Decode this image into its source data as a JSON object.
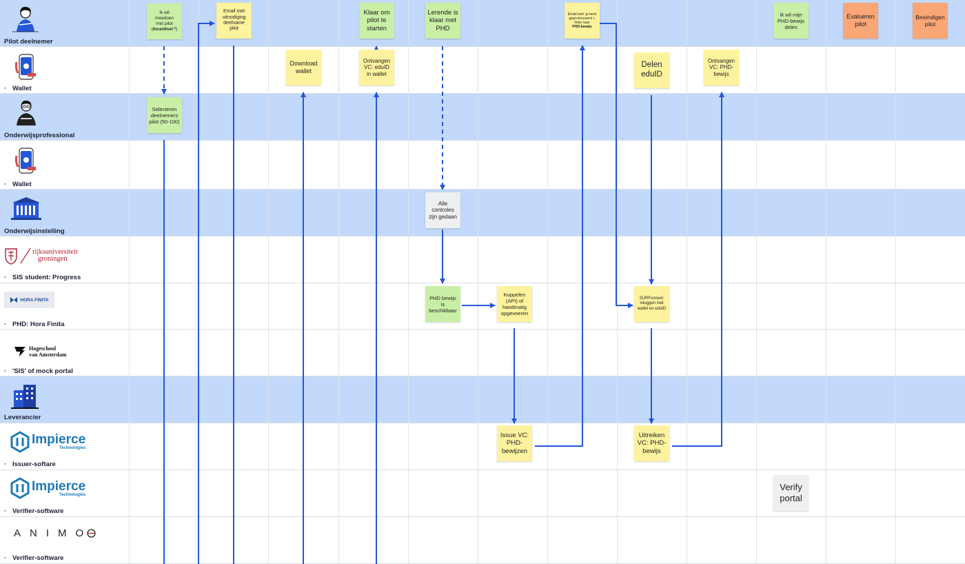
{
  "lanes": [
    {
      "title": "Pilot deelnemer",
      "bullet": ""
    },
    {
      "title": "Wallet",
      "bullet": "·"
    },
    {
      "title": "Onderwijsprofessional",
      "bullet": ""
    },
    {
      "title": "Wallet",
      "bullet": "·"
    },
    {
      "title": "Onderwijsinstelling",
      "bullet": ""
    },
    {
      "title": "SIS student: Progress",
      "bullet": "·"
    },
    {
      "title": "PHD: Hora Finita",
      "bullet": "·"
    },
    {
      "title": "'SIS' of mock portal",
      "bullet": "·"
    },
    {
      "title": "Leverancier",
      "bullet": ""
    },
    {
      "title": "Issuer-softare",
      "bullet": "·"
    },
    {
      "title": "Verifier-software",
      "bullet": "·"
    },
    {
      "title": "Verifier-software",
      "bullet": "·"
    }
  ],
  "logos": {
    "rug_line1": "rijksuniversiteit",
    "rug_line2": "groningen",
    "hora_finita": "HORA FINITA",
    "hva_line1": "Hogeschool",
    "hva_line2": "van Amsterdam",
    "impierce_1": "Impierce",
    "impierce_1_sub": "Technologies",
    "impierce_2": "Impierce",
    "impierce_2_sub": "Technologies",
    "animo": "ANIMO"
  },
  "notes": {
    "n1": {
      "l1": "Ik wil",
      "l2": "meedoen",
      "l3": "met pilot",
      "l4a": "(",
      "l4b": "Incentive",
      "l4c": "!?)"
    },
    "n2": "Email met uitnodiging deelname pilot",
    "n3": "Klaar om pilot te starten",
    "n4": "Lerende is klaar met PHD",
    "n5": {
      "l1": "Email met: je bent gepromoveerd + links naar",
      "l2": "PHD-bewijs"
    },
    "n6": "Ik wil mijn PHD-bewijs delen",
    "n7": "Evalueren pilot",
    "n8": "Beeindigen pilot",
    "n9": "Download wallet",
    "n10": "Ontvangen VC: eduID in wallet",
    "n11": "Delen eduID",
    "n12": "Ontvangen VC: PHD-bewijs",
    "n13": "Selecteren deelnemers pilot (50-100)",
    "n14": "Alle controles zijn gedaan",
    "n15": "PHD bewijs is beschikbaar",
    "n16": "Koppelen (API) of handmatig opgevoeren",
    "n17": "SURFconext: inloggen met wallet en eduID",
    "n18": "Issue VC: PHD-bewijzen",
    "n19": "Uitreiken VC: PHD-bewijs",
    "n20": "Verify portal"
  },
  "colors": {
    "lane_blue": "#c3d9fb",
    "note_green": "#c9efa6",
    "note_yellow": "#fdf39e",
    "note_gray": "#eeeff1",
    "note_orange": "#fba676",
    "arrow": "#2456d6"
  }
}
